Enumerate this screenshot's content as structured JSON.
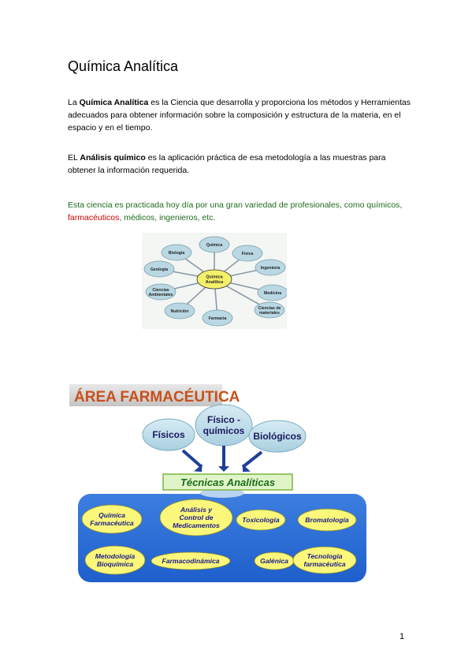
{
  "title": "Química Analítica",
  "p1": {
    "pre": "La ",
    "bold": "Química Analítica",
    "rest": " es la Ciencia que desarrolla y proporciona los métodos y Herramientas adecuados para obtener información sobre la composición y estructura de la materia, en el espacio y en el tiempo."
  },
  "p2": {
    "pre": "EL ",
    "bold": "Análisis químico",
    "rest": " es la aplicación práctica de esa metodología a las muestras para obtener la información requerida."
  },
  "p3": {
    "green1": "Esta ciencia es practicada hoy día por una gran variedad de profesionales, como químicos, ",
    "red": "farmacéuticos",
    "green2": ", médicos, ingenieros, etc."
  },
  "diagram1": {
    "center": [
      "Química",
      "Analítica"
    ],
    "nodes": [
      {
        "lines": [
          "Química"
        ]
      },
      {
        "lines": [
          "Física"
        ]
      },
      {
        "lines": [
          "Ingeniería"
        ]
      },
      {
        "lines": [
          "Medicina"
        ]
      },
      {
        "lines": [
          "Ciencias de",
          "materiales"
        ]
      },
      {
        "lines": [
          "Farmacia"
        ]
      },
      {
        "lines": [
          "Nutrición"
        ]
      },
      {
        "lines": [
          "Ciencias",
          "Ambientales"
        ]
      },
      {
        "lines": [
          "Geología"
        ]
      },
      {
        "lines": [
          "Biología"
        ]
      }
    ]
  },
  "diagram2": {
    "header": "ÁREA FARMACÉUTICA",
    "top": [
      {
        "lines": [
          "Físicos"
        ]
      },
      {
        "lines": [
          "Físico -",
          "químicos"
        ]
      },
      {
        "lines": [
          "Biológicos"
        ]
      }
    ],
    "techniques": "Técnicas Analíticas",
    "row1": [
      {
        "lines": [
          "Química",
          "Farmacéutica"
        ]
      },
      {
        "lines": [
          "Análisis y",
          "Control de",
          "Medicamentos"
        ]
      },
      {
        "lines": [
          "Toxicología"
        ]
      },
      {
        "lines": [
          "Bromatología"
        ]
      }
    ],
    "row2": [
      {
        "lines": [
          "Metodología",
          "Bioquímica"
        ]
      },
      {
        "lines": [
          "Farmacodinámica"
        ]
      },
      {
        "lines": [
          "Galénica"
        ]
      },
      {
        "lines": [
          "Tecnología",
          "farmacéutica"
        ]
      }
    ]
  },
  "page_number": "1"
}
